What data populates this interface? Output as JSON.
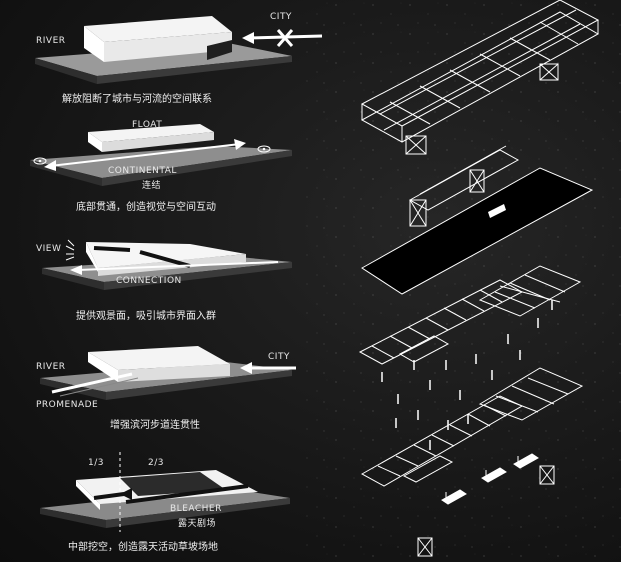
{
  "panels": [
    {
      "caption": "解放阻断了城市与河流的空间联系",
      "labels": {
        "left": "RIVER",
        "right": "CITY"
      }
    },
    {
      "caption": "底部贯通，创造视觉与空间互动",
      "labels": {
        "top": "FLOAT",
        "bottom": "CONTINENTAL",
        "bottom_cn": "连结"
      }
    },
    {
      "caption": "提供观景面，吸引城市界面入群",
      "labels": {
        "left": "VIEW",
        "bottom": "CONNECTION"
      }
    },
    {
      "caption": "增强滨河步道连贯性",
      "labels": {
        "left": "RIVER",
        "right": "CITY",
        "bottom": "PROMENADE"
      }
    },
    {
      "caption": "中部挖空，创造露天活动草坡场地",
      "labels": {
        "left_frac": "1/3",
        "right_frac": "2/3",
        "bottom": "BLEACHER",
        "bottom_cn": "露天剧场"
      }
    }
  ],
  "colors": {
    "background": "#161616",
    "white": "#ffffff",
    "grey": "#8a8a8a",
    "dark": "#2b2b2b"
  }
}
